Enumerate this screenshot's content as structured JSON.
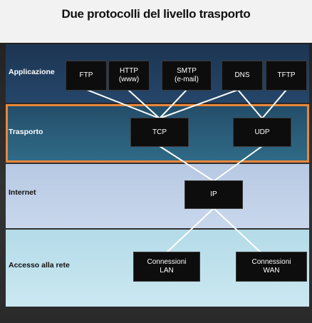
{
  "title": "Due protocolli del livello trasporto",
  "layers": {
    "application": "Applicazione",
    "transport": "Trasporto",
    "internet": "Internet",
    "access": "Accesso alla rete"
  },
  "protocols": {
    "ftp": {
      "line1": "FTP",
      "line2": ""
    },
    "http": {
      "line1": "HTTP",
      "line2": "(www)"
    },
    "smtp": {
      "line1": "SMTP",
      "line2": "(e-mail)"
    },
    "dns": {
      "line1": "DNS",
      "line2": ""
    },
    "tftp": {
      "line1": "TFTP",
      "line2": ""
    },
    "tcp": {
      "line1": "TCP",
      "line2": ""
    },
    "udp": {
      "line1": "UDP",
      "line2": ""
    },
    "ip": {
      "line1": "IP",
      "line2": ""
    },
    "lan": {
      "line1": "Connessioni",
      "line2": "LAN"
    },
    "wan": {
      "line1": "Connessioni",
      "line2": "WAN"
    }
  },
  "colors": {
    "transport_highlight": "#e8873a",
    "connector": "#ffffff"
  }
}
